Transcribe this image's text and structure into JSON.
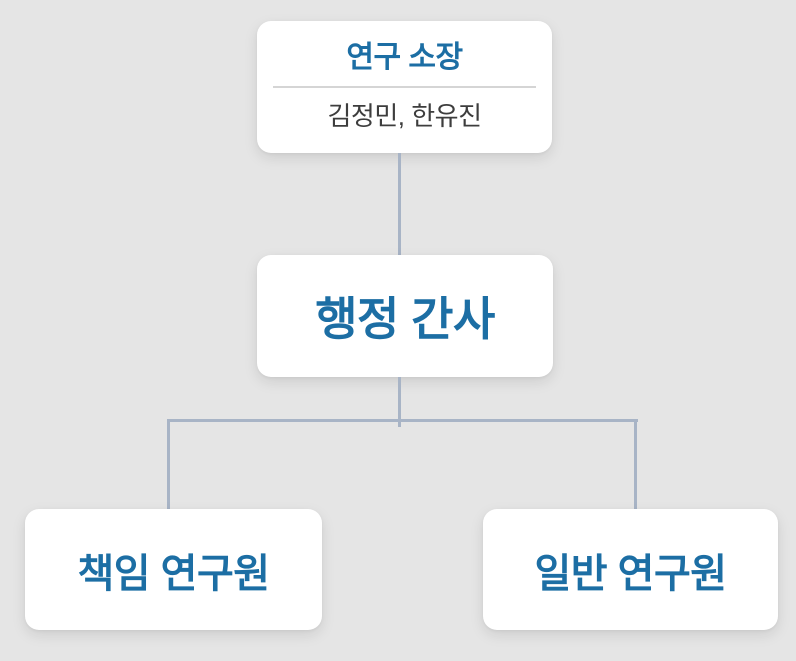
{
  "colors": {
    "background": "#e5e5e5",
    "box_bg": "#ffffff",
    "title_blue": "#1c6ea4",
    "names_gray": "#3d3d3d",
    "divider": "#d5d5d5",
    "connector": "#a8b4c6"
  },
  "org_chart": {
    "root": {
      "title": "연구 소장",
      "members": "김정민, 한유진"
    },
    "middle": {
      "title": "행정 간사"
    },
    "children": [
      {
        "title": "책임 연구원"
      },
      {
        "title": "일반 연구원"
      }
    ]
  }
}
